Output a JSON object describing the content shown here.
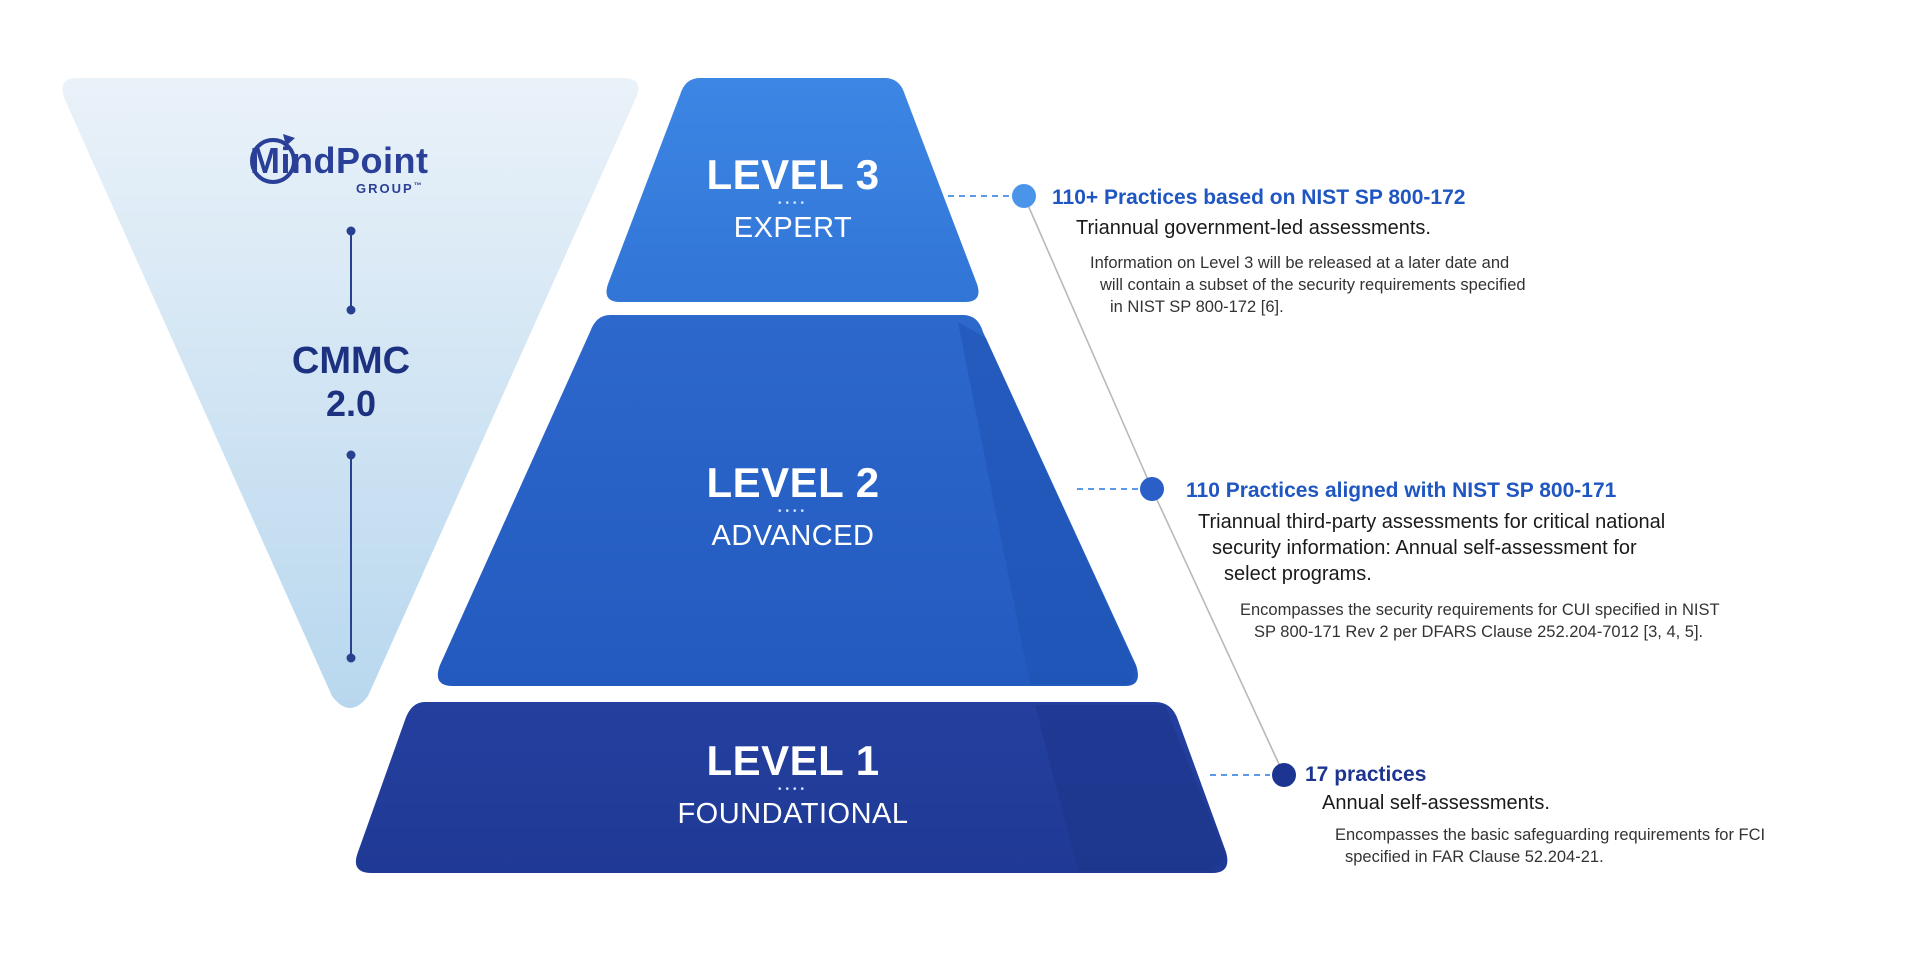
{
  "brand": {
    "name": "MindPoint",
    "group": "GROUP",
    "trademark": "™"
  },
  "framework": {
    "title": "CMMC",
    "version": "2.0"
  },
  "colors": {
    "inverted_triangle_top": "#e9f1f8",
    "inverted_triangle_bottom": "#b9d8ee",
    "level3_fill": "#3a7fde",
    "level2_fill": "#2a63c6",
    "level1_fill": "#213f9c",
    "accent_blue": "#1f56c2",
    "accent_navy": "#1d3591",
    "connector_light": "#5a9ae6",
    "spine_dark": "#27408f"
  },
  "levels": [
    {
      "id": "level3",
      "title": "LEVEL 3",
      "subtitle": "EXPERT",
      "heading": "110+ Practices based on NIST SP 800-172",
      "assessment": [
        "Triannual government-led assessments."
      ],
      "details": [
        "Information on Level 3 will be released at a later date and",
        "will contain a subset of the security requirements specified",
        "in NIST SP 800-172 [6]."
      ]
    },
    {
      "id": "level2",
      "title": "LEVEL 2",
      "subtitle": "ADVANCED",
      "heading": "110 Practices aligned with NIST SP 800-171",
      "assessment": [
        "Triannual third-party assessments for critical national",
        "security information: Annual self-assessment for",
        "select programs."
      ],
      "details": [
        "Encompasses the security requirements for CUI specified in NIST",
        "SP 800-171 Rev 2 per DFARS Clause 252.204-7012 [3, 4, 5]."
      ]
    },
    {
      "id": "level1",
      "title": "LEVEL 1",
      "subtitle": "FOUNDATIONAL",
      "heading": "17 practices",
      "assessment": [
        "Annual self-assessments."
      ],
      "details": [
        "Encompasses the basic safeguarding requirements for FCI",
        "specified in FAR Clause 52.204-21."
      ]
    }
  ]
}
